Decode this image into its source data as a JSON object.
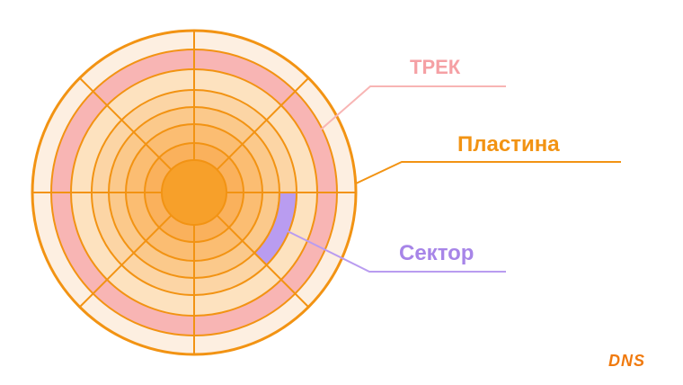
{
  "labels": {
    "track": "ТРЕК",
    "platter": "Пластина",
    "sector": "Сектор"
  },
  "logo": "DNS",
  "colors": {
    "platter_stroke": "#f29313",
    "outer_band": "#fdefe1",
    "track_band": "#f8b5b4",
    "ring_1": "#fde2bf",
    "ring_2": "#fcd5a5",
    "ring_3": "#fbc98b",
    "ring_4": "#fbbd72",
    "ring_5": "#fab15c",
    "hub": "#f7a02a",
    "sector": "#b99cf0",
    "track_label": "#f5a0a4",
    "platter_label": "#f29313",
    "sector_label": "#a785e8",
    "logo": "#f07a0e"
  }
}
